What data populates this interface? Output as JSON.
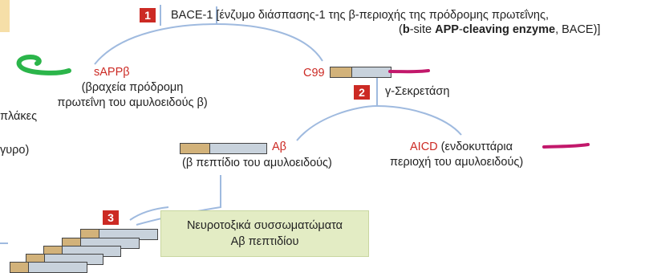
{
  "colors": {
    "accent_red": "#cc2a24",
    "peptide_tan": "#d2b27a",
    "peptide_gray": "#c8d2dc",
    "sappb_green": "#2bb54a",
    "tail_magenta": "#c2186b",
    "box_bg": "#e3ecc4",
    "line_blue": "#9fbadf"
  },
  "steps": [
    {
      "number": "1",
      "label": "BACE-1 [ένζυμο διάσπασης-1 της β-περιοχής της πρόδρομης πρωτεΐνης,",
      "label_line2_pre": "(",
      "b": "b",
      "t1": "-site ",
      "A": "APP",
      "t2": "-",
      "c": "cleaving",
      "t3": " ",
      "e": "enzyme",
      "t4": ", BACE)]"
    },
    {
      "number": "2",
      "label": "γ-Σεκρετάση"
    },
    {
      "number": "3"
    }
  ],
  "sappb": {
    "name": "sAPPβ",
    "desc_line1": "(βραχεία πρόδρομη",
    "desc_line2": "πρωτεΐνη του αμυλοειδούς β)"
  },
  "c99": {
    "name": "C99"
  },
  "abeta": {
    "name": "Aβ",
    "desc": "(β πεπτίδιο του αμυλοειδούς)"
  },
  "aicd": {
    "name": "AICD",
    "desc_line1": " (ενδοκυττάρια",
    "desc_line2": "περιοχή του αμυλοειδούς)"
  },
  "left_fragments": {
    "line1": "πλάκες",
    "line2": "γυρο)"
  },
  "oligomers_box": {
    "line1": "Νευροτοξικά συσσωματώματα",
    "line2": "Aβ πεπτιδίου"
  }
}
